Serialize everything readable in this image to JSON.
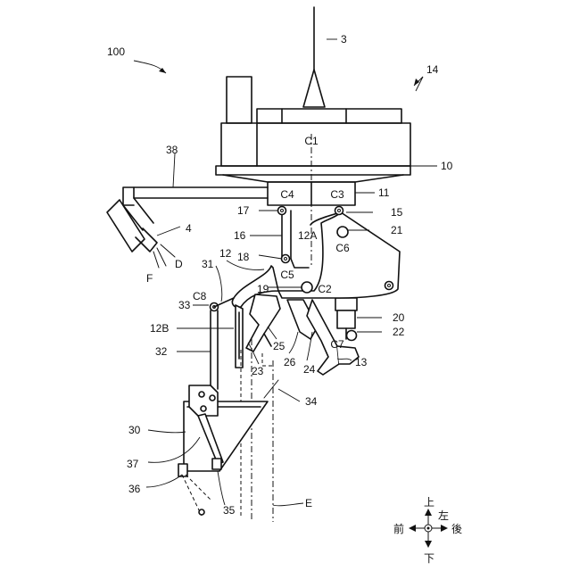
{
  "labels": {
    "l100": "100",
    "l3": "3",
    "l14": "14",
    "l10": "10",
    "l11": "11",
    "l15": "15",
    "l17": "17",
    "l16": "16",
    "l18": "18",
    "l12": "12",
    "l12A": "12A",
    "l12B": "12B",
    "l21": "21",
    "l31": "31",
    "l33": "33",
    "l19": "19",
    "l20": "20",
    "l22": "22",
    "l32": "32",
    "l25": "25",
    "l26": "26",
    "l24": "24",
    "l13": "13",
    "l23": "23",
    "l34": "34",
    "l30": "30",
    "l37": "37",
    "l36": "36",
    "l35": "35",
    "l38": "38",
    "l4": "4",
    "lC1": "C1",
    "lC2": "C2",
    "lC3": "C3",
    "lC4": "C4",
    "lC5": "C5",
    "lC6": "C6",
    "lC7": "C7",
    "lC8": "C8",
    "lD": "D",
    "lE": "E",
    "lF": "F"
  },
  "compass": {
    "up": "上",
    "down": "下",
    "front": "前",
    "rear": "後",
    "left": "左"
  }
}
